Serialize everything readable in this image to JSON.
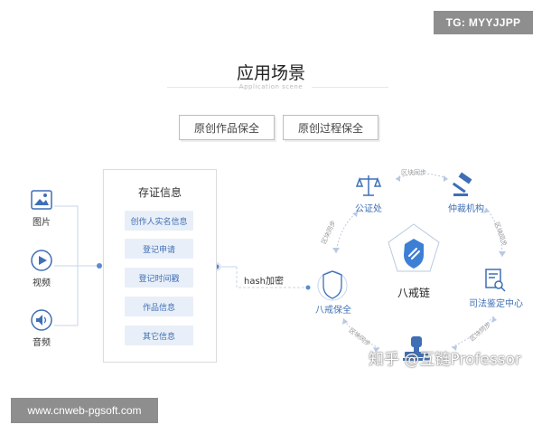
{
  "watermarks": {
    "top_right": "TG: MYYJJPP",
    "bottom_left": "www.cnweb-pgsoft.com"
  },
  "header": {
    "title": "应用场景",
    "subtitle": "Application scene"
  },
  "tabs": [
    {
      "label": "原创作品保全"
    },
    {
      "label": "原创过程保全"
    }
  ],
  "media": [
    {
      "label": "图片",
      "icon": "image-icon"
    },
    {
      "label": "视频",
      "icon": "play-icon"
    },
    {
      "label": "音频",
      "icon": "speaker-icon"
    }
  ],
  "evidence_panel": {
    "title": "存证信息",
    "items": [
      "创作人实名信息",
      "登记申请",
      "登记时间戳",
      "作品信息",
      "其它信息"
    ]
  },
  "connector": {
    "label": "hash加密"
  },
  "blockchain": {
    "center_label": "八戒链",
    "nodes": [
      {
        "label": "公证处",
        "icon": "scales-icon"
      },
      {
        "label": "仲裁机构",
        "icon": "gavel-icon"
      },
      {
        "label": "司法鉴定中心",
        "icon": "document-search-icon"
      },
      {
        "label": "八戒保全",
        "icon": "seal-badge-icon"
      },
      {
        "label": "",
        "icon": "stamp-icon"
      }
    ],
    "arc_label": "区块同步"
  },
  "credit": "知乎 @互链Professor",
  "colors": {
    "accent": "#3e6fb5",
    "item_bg": "#e9eff8",
    "line": "#c7d5ea"
  }
}
